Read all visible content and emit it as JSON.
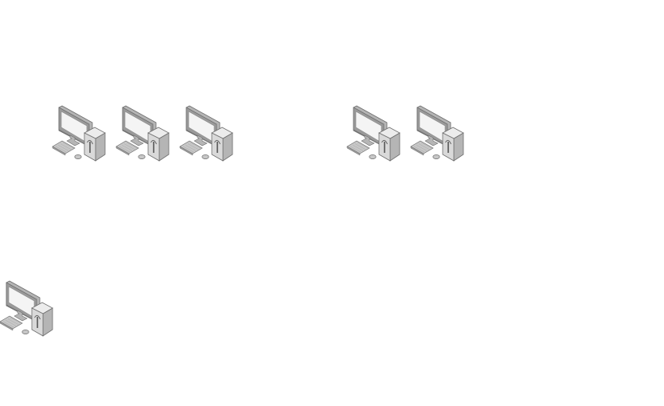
{
  "diagram": {
    "background_color": "#ffffff",
    "node_icon": "desktop-computer-icon",
    "groups": [
      {
        "id": "left-group",
        "nodes": [
          "workstation",
          "workstation",
          "workstation"
        ]
      },
      {
        "id": "right-group",
        "nodes": [
          "workstation",
          "workstation"
        ]
      },
      {
        "id": "lone-group",
        "nodes": [
          "workstation"
        ]
      }
    ],
    "colors": {
      "monitor_frame": "#9a9a9a",
      "monitor_screen": "#f4f4f4",
      "tower_body": "#d9d9d9",
      "tower_shade": "#b5b5b5",
      "keyboard": "#c7c7c7",
      "outline": "#6e6e6e"
    }
  }
}
